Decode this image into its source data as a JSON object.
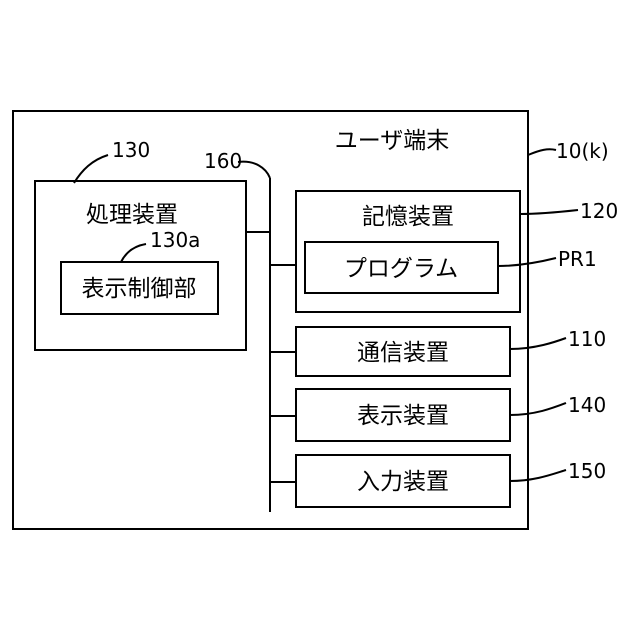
{
  "terminal": {
    "title": "ユーザ端末",
    "ref": "10(k)"
  },
  "processor": {
    "label": "処理装置",
    "ref": "130"
  },
  "display_controller": {
    "label": "表示制御部",
    "ref": "130a"
  },
  "bus": {
    "ref": "160"
  },
  "storage": {
    "label": "記憶装置",
    "ref": "120"
  },
  "program": {
    "label": "プログラム",
    "ref": "PR1"
  },
  "communication": {
    "label": "通信装置",
    "ref": "110"
  },
  "display": {
    "label": "表示装置",
    "ref": "140"
  },
  "input": {
    "label": "入力装置",
    "ref": "150"
  }
}
